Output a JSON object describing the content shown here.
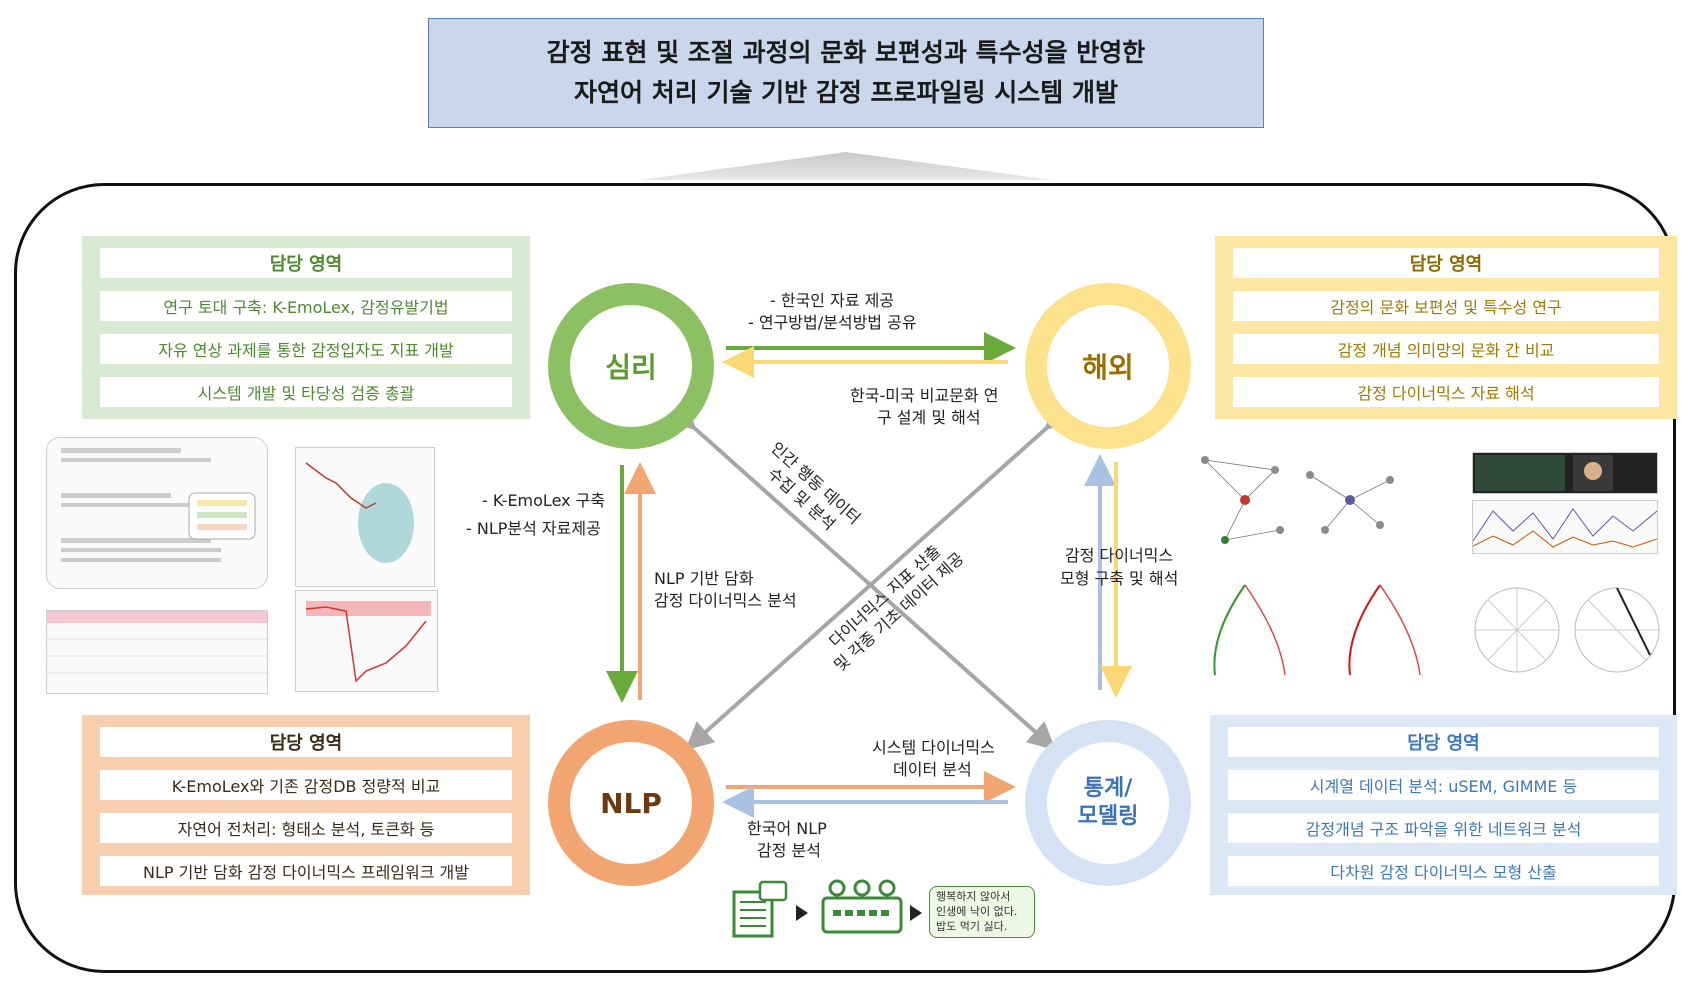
{
  "title": {
    "line1": "감정 표현 및 조절 과정의 문화 보편성과 특수성을 반영한",
    "line2": "자연어 처리 기술 기반 감정 프로파일링 시스템 개발"
  },
  "nodes": {
    "psychology": "심리",
    "abroad": "해외",
    "nlp": "NLP",
    "stat_line1": "통계/",
    "stat_line2": "모델링"
  },
  "panels": {
    "psychology": {
      "header": "담당 영역",
      "items": [
        "연구 토대 구축: K-EmoLex, 감정유발기법",
        "자유 연상 과제를 통한 감정입자도 지표 개발",
        "시스템  개발  및 타당성 검증 총괄"
      ]
    },
    "abroad": {
      "header": "담당 영역",
      "items": [
        "감정의 문화 보편성 및 특수성 연구",
        "감정 개념 의미망의 문화 간 비교",
        "감정 다이너믹스 자료 해석"
      ]
    },
    "nlp": {
      "header": "담당 영역",
      "items": [
        "K-EmoLex와 기존 감정DB 정량적 비교",
        "자연어 전처리: 형태소 분석, 토큰화 등",
        "NLP 기반 담화 감정 다이너믹스 프레임워크 개발"
      ]
    },
    "stat": {
      "header": "담당 영역",
      "items": [
        "시계열 데이터 분석: uSEM, GIMME 등",
        "감정개념 구조 파악을 위한 네트워크 분석",
        "다차원 감정 다이너믹스 모형 산출"
      ]
    }
  },
  "edges": {
    "psy_to_abroad_1": "- 한국인 자료 제공",
    "psy_to_abroad_2": "- 연구방법/분석방법 공유",
    "abroad_to_psy_1": "한국-미국 비교문화 연",
    "abroad_to_psy_2": "구 설계 및 해석",
    "psy_to_nlp_1": "- K-EmoLex 구축",
    "psy_to_nlp_2": "- NLP분석 자료제공",
    "nlp_to_psy_1": "NLP 기반 담화",
    "nlp_to_psy_2": "감정 다이너믹스 분석",
    "abroad_stat_1": "감정 다이너믹스",
    "abroad_stat_2": "모형 구축 및 해석",
    "nlp_to_stat_1": "시스템 다이너믹스",
    "nlp_to_stat_2": "데이터 분석",
    "stat_to_nlp_1": "한국어 NLP",
    "stat_to_nlp_2": "감정 분석",
    "diag_a_1": "인간 행동 데이터",
    "diag_a_2": "수집 및 분석",
    "diag_b_1": "다이너믹스 지표 산출",
    "diag_b_2": "및 각종 기초 데이터 제공"
  },
  "phrases": [
    "행복하지 않아서",
    "인생에 낙이 없다.",
    "밥도 먹기 싫다."
  ],
  "colors": {
    "psychology": "#8cc063",
    "abroad": "#fde28e",
    "nlp": "#f2a471",
    "stat": "#d4e2f4",
    "gray_arrow": "#a6a6a6"
  }
}
